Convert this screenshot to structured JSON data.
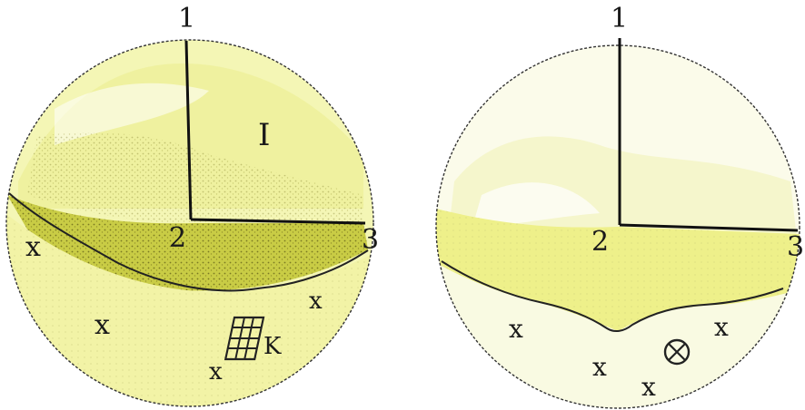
{
  "figure": {
    "left_panel": {
      "axis_labels": {
        "axis1": "1",
        "axis2": "2",
        "axis3": "3"
      },
      "section_label": "I",
      "cross_marks": [
        "x",
        "x",
        "x",
        "x"
      ],
      "grid_symbol_label": "K",
      "colors": {
        "upper_fill": "#eef09a",
        "dotted_band": "#bfc23a",
        "lower_fill": "#f3f4a8",
        "outline": "#222222"
      }
    },
    "right_panel": {
      "axis_labels": {
        "axis1": "1",
        "axis2": "2",
        "axis3": "3"
      },
      "cross_marks": [
        "x",
        "x",
        "x",
        "x"
      ],
      "colors": {
        "upper_fill": "#fbfbe9",
        "middle_band": "#eef08a",
        "lower_fill": "#f9fae0",
        "outline": "#222222"
      }
    }
  }
}
